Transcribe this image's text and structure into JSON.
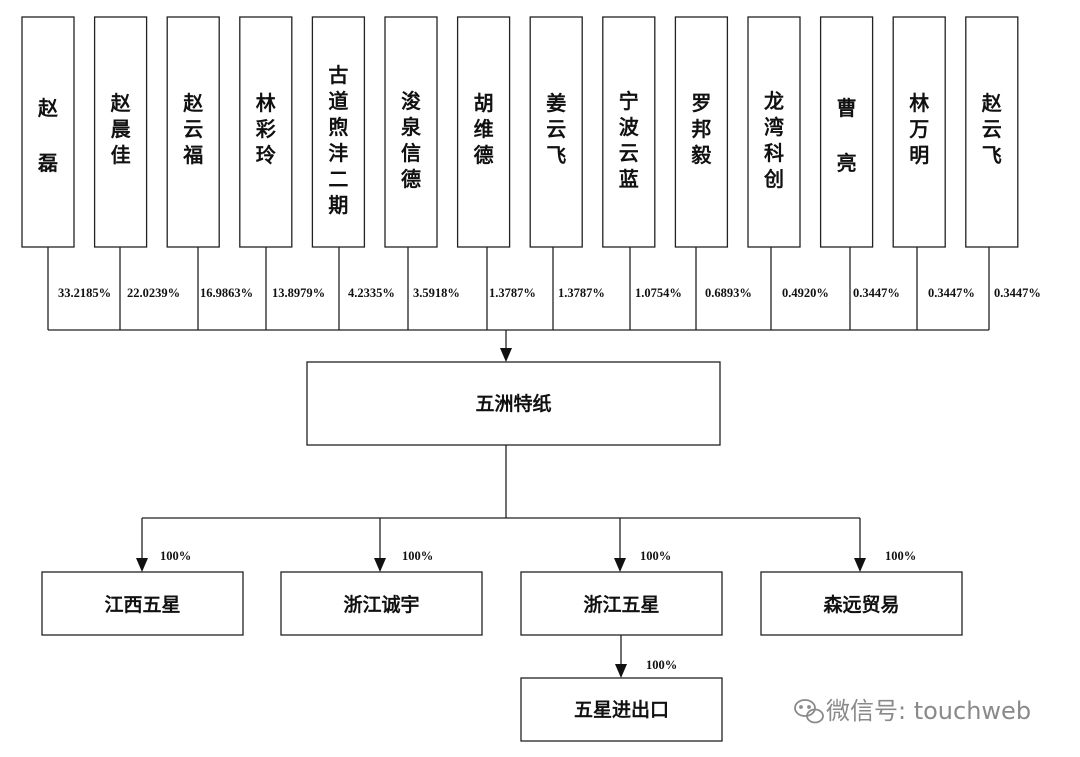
{
  "shareholders": [
    {
      "name": "赵磊",
      "stake": "33.2185%"
    },
    {
      "name": "赵晨佳",
      "stake": "22.0239%"
    },
    {
      "name": "赵云福",
      "stake": "16.9863%"
    },
    {
      "name": "林彩玲",
      "stake": "13.8979%"
    },
    {
      "name": "古道煦沣二期",
      "stake": "4.2335%"
    },
    {
      "name": "浚泉信德",
      "stake": "3.5918%"
    },
    {
      "name": "胡维德",
      "stake": "1.3787%"
    },
    {
      "name": "姜云飞",
      "stake": "1.3787%"
    },
    {
      "name": "宁波云蓝",
      "stake": "1.0754%"
    },
    {
      "name": "罗邦毅",
      "stake": "0.6893%"
    },
    {
      "name": "龙湾科创",
      "stake": "0.4920%"
    },
    {
      "name": "曹亮",
      "stake": "0.3447%"
    },
    {
      "name": "林万明",
      "stake": "0.3447%"
    },
    {
      "name": "赵云飞",
      "stake": "0.3447%"
    }
  ],
  "parent": {
    "name": "五洲特纸"
  },
  "subsidiaries": [
    {
      "name": "江西五星",
      "stake": "100%"
    },
    {
      "name": "浙江诚宇",
      "stake": "100%"
    },
    {
      "name": "浙江五星",
      "stake": "100%"
    },
    {
      "name": "森远贸易",
      "stake": "100%"
    }
  ],
  "sub_subsidiary": {
    "name": "五星进出口",
    "stake": "100%"
  },
  "watermark": {
    "text": "微信号: touchweb",
    "icon": "wechat-icon",
    "color": "#8a8a8a"
  }
}
